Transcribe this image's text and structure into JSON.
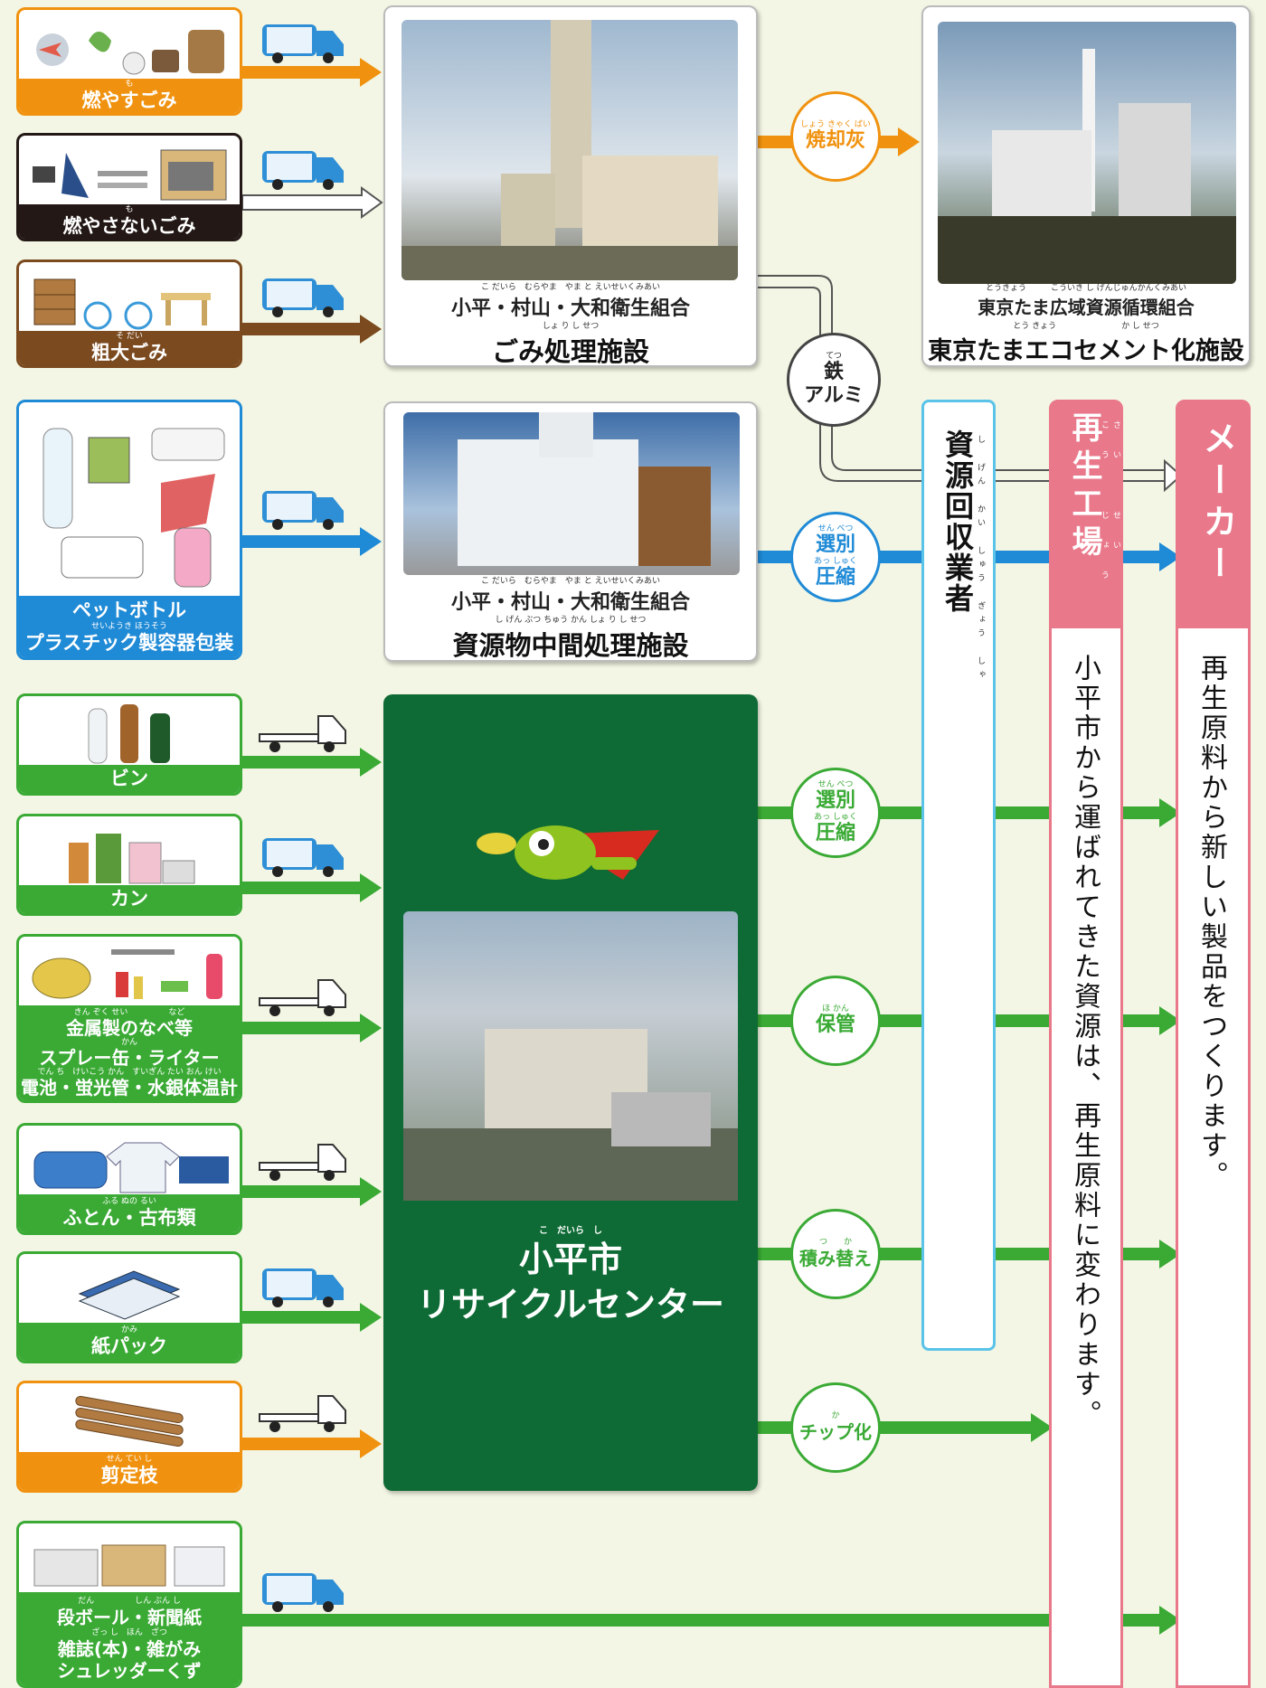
{
  "categories": [
    {
      "key": "moyasu",
      "label": "燃やすごみ",
      "ruby": "も"
    },
    {
      "key": "moyasanai",
      "label": "燃やさないごみ",
      "ruby": "も"
    },
    {
      "key": "sodai",
      "label": "粗大ごみ",
      "ruby": "そ だい"
    },
    {
      "key": "pet",
      "line1": "ペットボトル",
      "line2": "プラスチック製容器包装",
      "ruby": "せいようき ほうそう"
    },
    {
      "key": "bin",
      "label": "ビン"
    },
    {
      "key": "kan",
      "label": "カン"
    },
    {
      "key": "kinzoku",
      "line1": "金属製のなべ等",
      "line2": "スプレー缶・ライター",
      "line3": "電池・蛍光管・水銀体温計",
      "ruby1": "きん ぞく せい　　　　　など",
      "ruby2": "かん",
      "ruby3": "でん ち　けいこう かん　すいぎん たい おん けい"
    },
    {
      "key": "futon",
      "label": "ふとん・古布類",
      "ruby": "ふる ぬの るい"
    },
    {
      "key": "kami",
      "label": "紙パック",
      "ruby": "かみ"
    },
    {
      "key": "sentei",
      "label": "剪定枝",
      "ruby": "せん てい し"
    },
    {
      "key": "danboru",
      "line1": "段ボール・新聞紙",
      "line2": "雑誌(本)・雑がみ",
      "line3": "シュレッダーくず",
      "ruby1": "だん　　　　　しん ぶん し",
      "ruby2": "ざっ し　ほん　ざつ"
    }
  ],
  "facilities": {
    "gomi": {
      "org": "小平・村山・大和衛生組合",
      "org_ruby": "こ だいら　むらやま　やま と えいせいくみあい",
      "name": "ごみ処理施設",
      "name_ruby": "しょ り し せつ"
    },
    "shigen": {
      "org": "小平・村山・大和衛生組合",
      "org_ruby": "こ だいら　むらやま　やま と えいせいくみあい",
      "name": "資源物中間処理施設",
      "name_ruby": "し げん ぶつ ちゅう かん しょ り し せつ"
    },
    "tama": {
      "org": "東京たま広域資源循環組合",
      "org_ruby": "とうきょう　　　こういき し げんじゅんかんくみあい",
      "name": "東京たまエコセメント化施設",
      "name_ruby": "とう きょう　　　　　　　　か し せつ"
    },
    "center": {
      "line1": "小平市",
      "line2": "リサイクルセンター",
      "ruby": "こ　だいら　し"
    }
  },
  "processes": {
    "shokyaku": {
      "label": "焼却灰",
      "ruby": "しょう きゃく ばい"
    },
    "tetsu": {
      "line1": "鉄",
      "line2": "アルミ",
      "ruby": "てつ"
    },
    "senbetsu1": {
      "line1": "選別",
      "line2": "圧縮",
      "ruby1": "せん べつ",
      "ruby2": "あっ しゅく"
    },
    "senbetsu2": {
      "line1": "選別",
      "line2": "圧縮",
      "ruby1": "せん べつ",
      "ruby2": "あっ しゅく"
    },
    "hokan": {
      "label": "保管",
      "ruby": "ほ かん"
    },
    "tsumikae": {
      "label": "積み替え",
      "ruby": "つ　　か"
    },
    "chip": {
      "label": "チップ化",
      "ruby": "か"
    }
  },
  "columns": {
    "gyosha": {
      "label": "資源回収業者",
      "ruby": "し げん かい しゅう ぎょう しゃ"
    },
    "kojo": {
      "label": "再生工場",
      "ruby": "さい せい こう じょう",
      "body": "小平市から運ばれてきた資源は、再生原料に変わります。"
    },
    "maker": {
      "label": "メーカー",
      "body": "再生原料から新しい製品をつくります。"
    }
  },
  "colors": {
    "orange": "#f0920f",
    "black": "#231815",
    "brown": "#7b4a1f",
    "blue": "#1f8ad6",
    "green": "#3aaa35",
    "darkgreen": "#0e6b35",
    "pink": "#e9788b",
    "lightblue": "#5bc3e8"
  }
}
